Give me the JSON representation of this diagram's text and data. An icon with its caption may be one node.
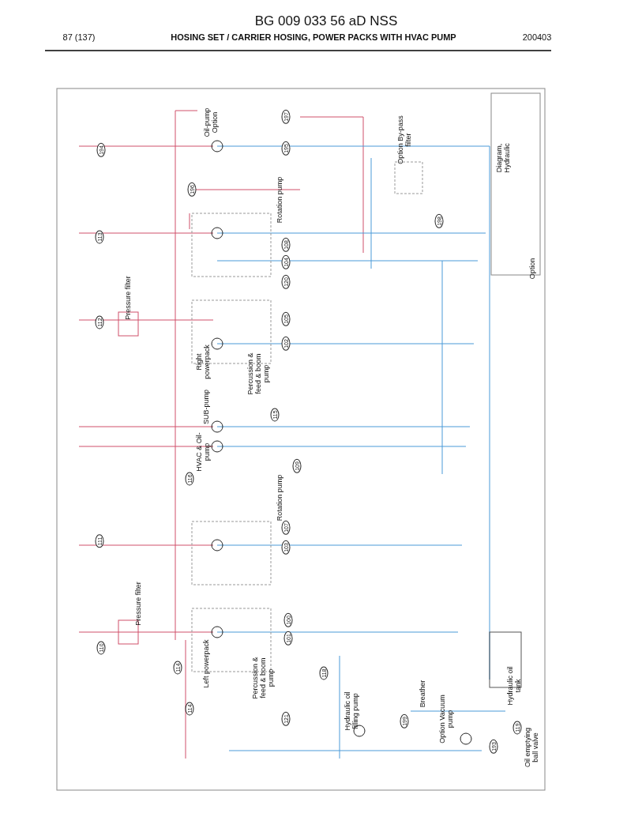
{
  "diagram": {
    "title": "HOSING SET / CARRIER HOSING, POWER PACKS WITH HVAC PUMP",
    "labels": [
      "BG 009 033 56 aD NSS",
      "87 (137)",
      "200403",
      "Oil-pump Option",
      "Rotation pump",
      "Pressure filter",
      "Right powerpack",
      "Percussion & feed & boom pump",
      "SUB-pump",
      "HVAC & Oil-pump",
      "Rotation pump",
      "Pressure filter",
      "Left powerpack",
      "Percussion & feed & boom pump",
      "Hydraulic oil filling pump",
      "Breather",
      "Option Vacuum pump",
      "Hydraulic oil tank",
      "Oil emptying ball valve",
      "Option By-pass filter",
      "Option",
      "Diagram, Hydraulic",
      "194",
      "197",
      "196",
      "195",
      "113",
      "108",
      "104",
      "120",
      "105",
      "112",
      "102",
      "115",
      "116",
      "109",
      "111",
      "107",
      "103",
      "110",
      "100",
      "101",
      "114",
      "114",
      "118",
      "121",
      "199",
      "193",
      "119",
      "198"
    ]
  }
}
